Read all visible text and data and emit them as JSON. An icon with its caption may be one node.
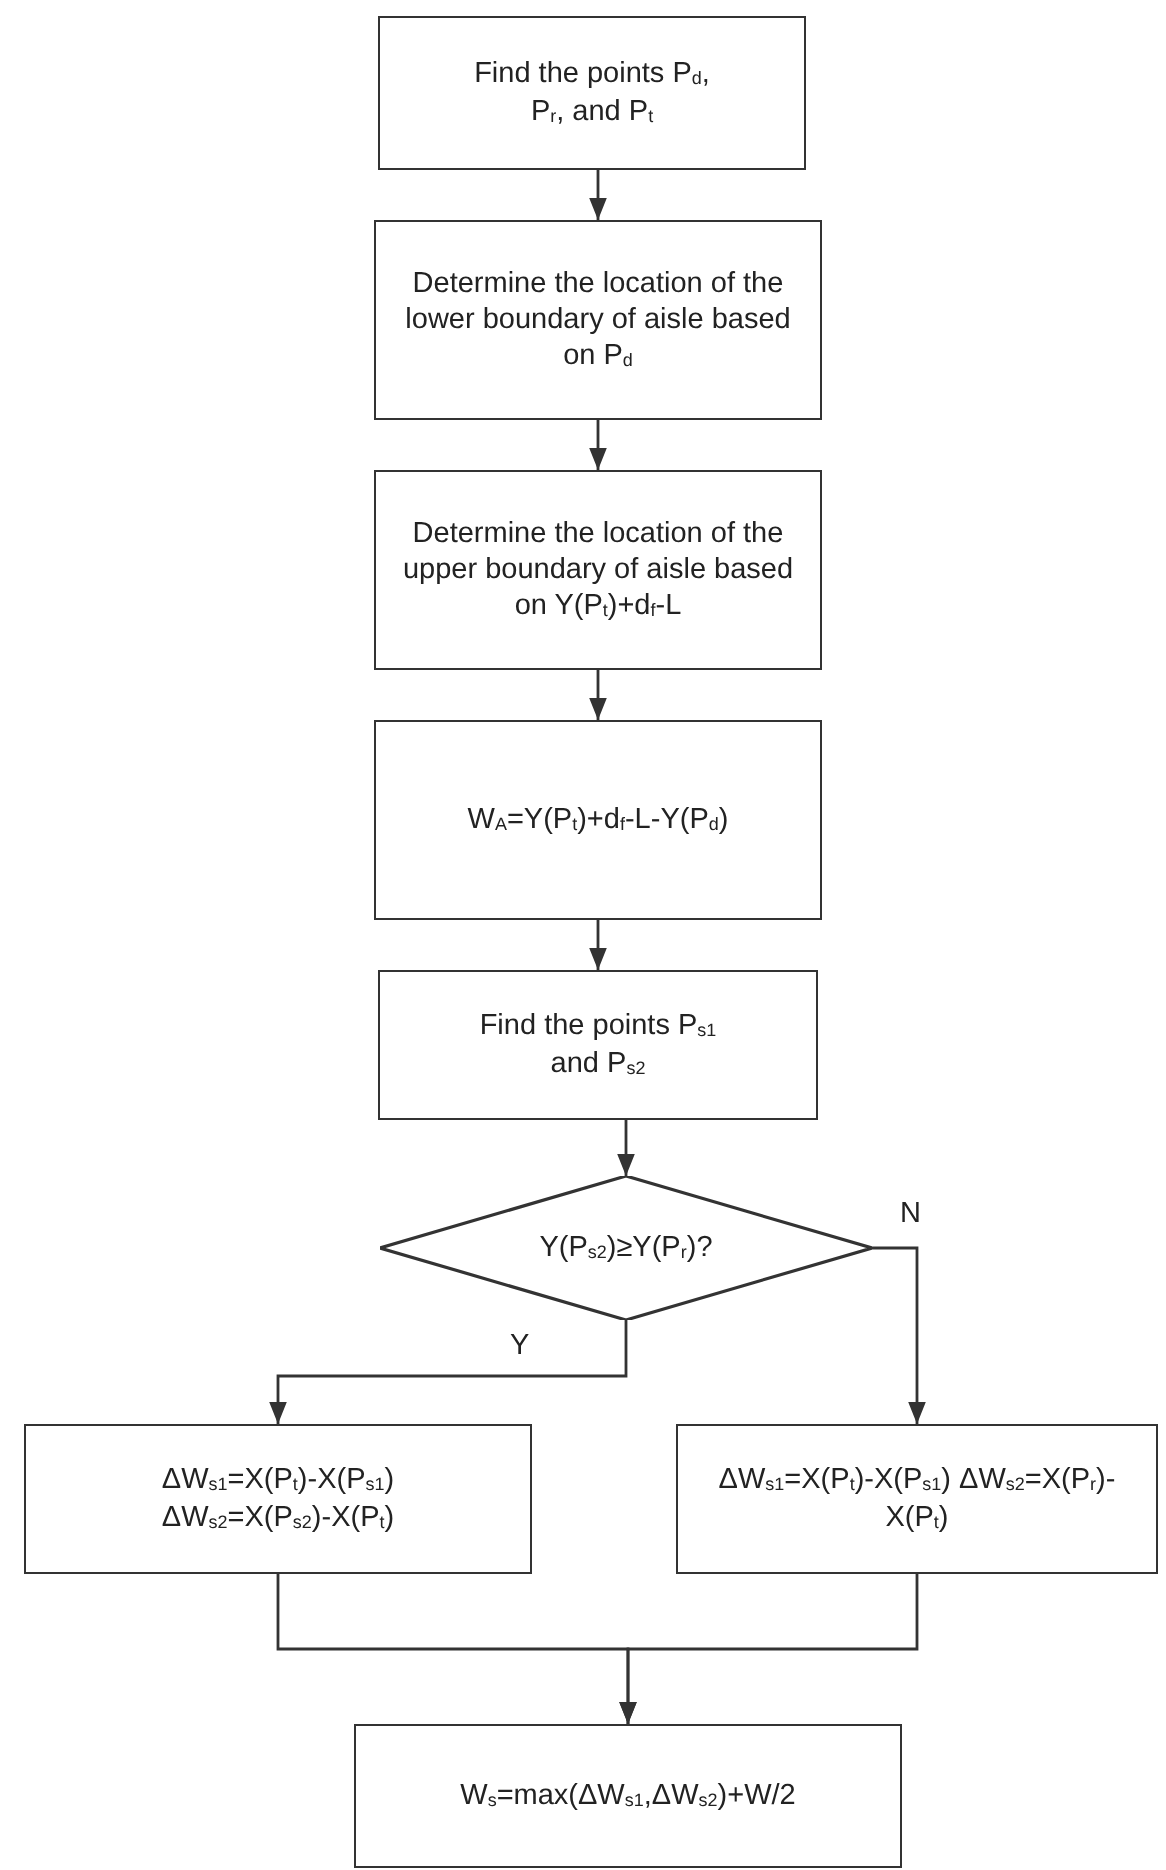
{
  "diagram": {
    "nodes": [
      {
        "text": [
          "Find the points P$_{d}$, P$_{r}$, and P$_{t}$"
        ]
      },
      {
        "text": [
          "Determine the location of the lower boundary of aisle based on P$_{d}$"
        ]
      },
      {
        "text": [
          "Determine the location of the upper boundary of aisle based on Y(P$_{t}$)+d$_{f}$-L"
        ]
      },
      {
        "text": [
          "W$_{A}$=Y(P$_{t}$)+d$_{f}$-L-Y(P$_{d}$)"
        ]
      },
      {
        "text": [
          "Find the points P$_{s1}$ and P$_{s2}$"
        ]
      },
      {
        "text": [
          "Y(P$_{s2}$)≥Y(P$_{r}$)?"
        ]
      },
      {
        "text": [
          "ΔW$_{s1}$=X(P$_{t}$)-X(P$_{s1}$) ΔW$_{s2}$=X(P$_{s2}$)-X(P$_{t}$)"
        ]
      },
      {
        "text": [
          "ΔW$_{s1}$=X(P$_{t}$)-X(P$_{s1}$) ΔW$_{s2}$=X(P$_{r}$)-X(P$_{t}$)"
        ]
      },
      {
        "text": [
          "W$_{s}$=max(ΔW$_{s1}$,ΔW$_{s2}$)+W/2"
        ]
      }
    ],
    "edges": [
      {
        "from": 0,
        "to": 1,
        "arrow": "to"
      },
      {
        "from": 1,
        "to": 2,
        "arrow": "to"
      },
      {
        "from": 2,
        "to": 3,
        "arrow": "to"
      },
      {
        "from": 3,
        "to": 4,
        "arrow": "to"
      },
      {
        "from": 4,
        "to": 5,
        "arrow": "to"
      },
      {
        "from": 5,
        "to": 6,
        "arrow": "to",
        "label": "Y"
      },
      {
        "from": 5,
        "to": 7,
        "arrow": "to",
        "label": "N"
      },
      {
        "from": 6,
        "to": 8,
        "arrow": "to"
      },
      {
        "from": 7,
        "to": 8,
        "arrow": "to"
      }
    ]
  }
}
